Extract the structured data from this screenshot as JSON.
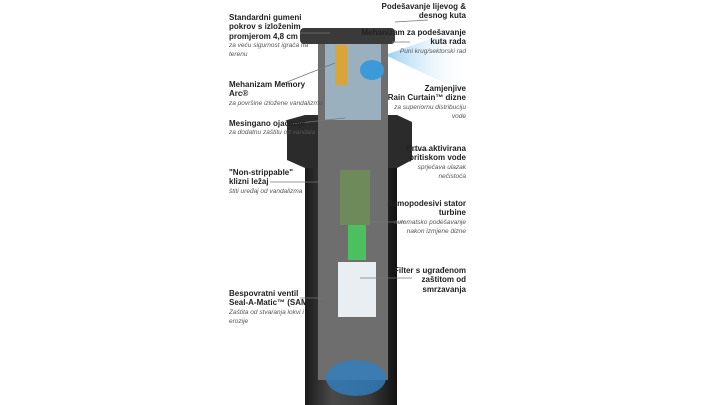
{
  "left_labels": [
    {
      "title": [
        "Standardni gumeni",
        "pokrov s izloženim",
        "promjerom 4,8 cm"
      ],
      "sub": [
        "za veću sigurnost igrača na",
        "terenu"
      ]
    },
    {
      "title": [
        "Mehanizam Memory",
        "Arc®"
      ],
      "sub": [
        "za površine izložene vandalizmu"
      ]
    },
    {
      "title": [
        "Mesingano ojačanje"
      ],
      "sub": [
        "za dodatnu zaštitu od vandala"
      ]
    },
    {
      "title": [
        "\"Non-strippable\"",
        "klizni ležaj"
      ],
      "sub": [
        "štiti uređaj od vandalizma"
      ]
    },
    {
      "title": [
        "Bespovratni ventil",
        "Seal-A-Matic™ (SAM)"
      ],
      "sub": [
        "Zaštita od stvaranja lokvi i",
        "erozije"
      ]
    }
  ],
  "right_labels": [
    {
      "title": [
        "Podešavanje lijevog &",
        "desnog kuta"
      ],
      "sub": []
    },
    {
      "title": [
        "Mehanizam za podešavanje",
        "kuta rada"
      ],
      "sub": [
        "Puni krug/sektorski rad"
      ]
    },
    {
      "title": [
        "Zamjenjive",
        "Rain Curtain™ dizne"
      ],
      "sub": [
        "za superiornu distribuciju",
        "vode"
      ]
    },
    {
      "title": [
        "Brtva aktivirana",
        "pritiskom vode"
      ],
      "sub": [
        "sprječava ulazak",
        "nečistoća"
      ]
    },
    {
      "title": [
        "Samopodesivi stator",
        "turbine"
      ],
      "sub": [
        "automatsko podešavanje",
        "nakon izmjene dizne"
      ]
    },
    {
      "title": [
        "Filter s ugrađenom",
        "zaštitom od",
        "smrzavanja"
      ],
      "sub": []
    }
  ]
}
